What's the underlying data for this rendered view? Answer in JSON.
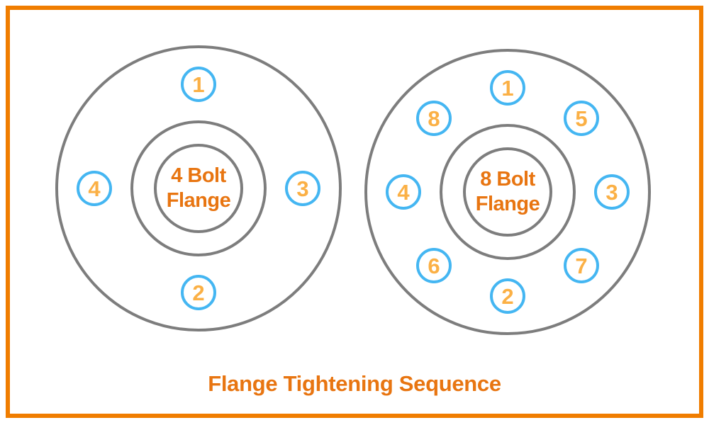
{
  "title": "Flange Tightening Sequence",
  "colors": {
    "frame": "#F07D00",
    "title_text": "#E87511",
    "label_text": "#E87511",
    "bolt_ring": "#44B6F2",
    "bolt_number": "#FBB045",
    "flange_ring": "#7D7D7D",
    "background": "#FFFFFF"
  },
  "diagram": {
    "flanges": [
      {
        "name": "4-bolt-flange",
        "label_line1": "4 Bolt",
        "label_line2": "Flange",
        "bolts": [
          {
            "number": "1",
            "position": "top"
          },
          {
            "number": "2",
            "position": "bottom"
          },
          {
            "number": "3",
            "position": "right"
          },
          {
            "number": "4",
            "position": "left"
          }
        ]
      },
      {
        "name": "8-bolt-flange",
        "label_line1": "8 Bolt",
        "label_line2": "Flange",
        "bolts": [
          {
            "number": "1",
            "position": "top"
          },
          {
            "number": "2",
            "position": "bottom"
          },
          {
            "number": "3",
            "position": "right"
          },
          {
            "number": "4",
            "position": "left"
          },
          {
            "number": "5",
            "position": "top-right"
          },
          {
            "number": "6",
            "position": "bottom-left"
          },
          {
            "number": "7",
            "position": "bottom-right"
          },
          {
            "number": "8",
            "position": "top-left"
          }
        ]
      }
    ]
  }
}
